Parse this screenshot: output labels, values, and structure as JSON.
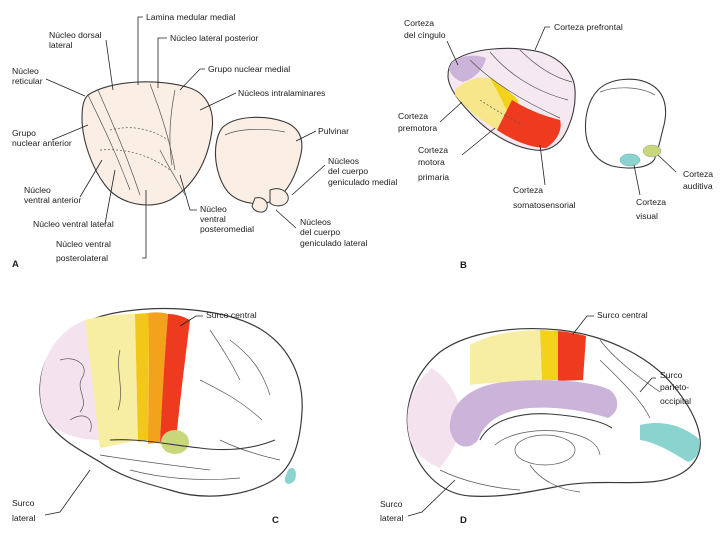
{
  "panels": {
    "A": {
      "letter": "A",
      "labels": {
        "lamina_medular_medial": "Lamina medular medial",
        "nucleo_dorsal_lateral_1": "Núcleo dorsal",
        "nucleo_dorsal_lateral_2": "lateral",
        "nucleo_lateral_posterior": "Núcleo lateral posterior",
        "nucleo_reticular_1": "Núcleo",
        "nucleo_reticular_2": "reticular",
        "grupo_nuclear_medial": "Grupo nuclear medial",
        "nucleos_intralaminares": "Núcleos intralaminares",
        "grupo_nuclear_anterior_1": "Grupo",
        "grupo_nuclear_anterior_2": "nuclear anterior",
        "pulvinar": "Pulvinar",
        "geniculado_medial_1": "Núcleos",
        "geniculado_medial_2": "del cuerpo",
        "geniculado_medial_3": "geniculado medial",
        "ventral_anterior_1": "Núcleo",
        "ventral_anterior_2": "ventral anterior",
        "ventral_lateral": "Núcleo ventral lateral",
        "ventral_posteromedial_1": "Núcleo",
        "ventral_posteromedial_2": "ventral",
        "ventral_posteromedial_3": "posteromedial",
        "ventral_posterolateral_1": "Núcleo ventral",
        "ventral_posterolateral_2": "posterolateral",
        "geniculado_lateral_1": "Núcleos",
        "geniculado_lateral_2": "del cuerpo",
        "geniculado_lateral_3": "geniculado lateral"
      }
    },
    "B": {
      "letter": "B",
      "labels": {
        "corteza_cingulo_1": "Corteza",
        "corteza_cingulo_2": "del cíngulo",
        "corteza_prefrontal": "Corteza prefrontal",
        "corteza_premotora_1": "Corteza",
        "corteza_premotora_2": "premotora",
        "corteza_motora_1": "Corteza",
        "corteza_motora_2": "motora",
        "corteza_motora_3": "primaria",
        "corteza_somatosensorial_1": "Corteza",
        "corteza_somatosensorial_2": "somatosensorial",
        "corteza_visual_1": "Corteza",
        "corteza_visual_2": "visual",
        "corteza_auditiva_1": "Corteza",
        "corteza_auditiva_2": "auditiva"
      }
    },
    "C": {
      "letter": "C",
      "labels": {
        "surco_central": "Surco central",
        "surco_lateral_1": "Surco",
        "surco_lateral_2": "lateral"
      }
    },
    "D": {
      "letter": "D",
      "labels": {
        "surco_central": "Surco central",
        "surco_parieto_1": "Surco",
        "surco_parieto_2": "parieto-",
        "surco_parieto_3": "occipital",
        "surco_lateral_1": "Surco",
        "surco_lateral_2": "lateral"
      }
    }
  },
  "colors": {
    "thalamus_fill": "#fbeee4",
    "prefrontal_pink": "#f4e3ef",
    "cingulate_lavender": "#cbb3d9",
    "premotor_lightyellow": "#f7eea3",
    "premotor_yellow": "#f3d21a",
    "motor_orange": "#f3a21c",
    "somatosensory_red": "#ee3a1e",
    "visual_teal": "#8ad3cf",
    "auditory_olive": "#c9d67a",
    "brain_outline": "#3a3a3a"
  }
}
